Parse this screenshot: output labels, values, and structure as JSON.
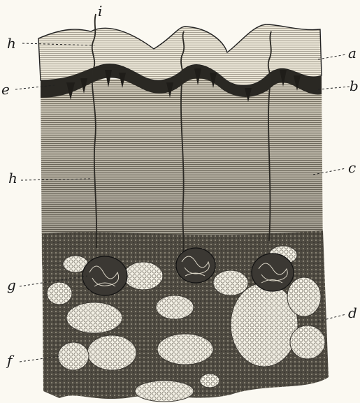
{
  "figure": {
    "labels": {
      "a": "a",
      "b": "b",
      "c": "c",
      "d": "d",
      "e": "e",
      "f": "f",
      "g": "g",
      "h_top": "h",
      "h_mid": "h",
      "i": "i"
    }
  }
}
